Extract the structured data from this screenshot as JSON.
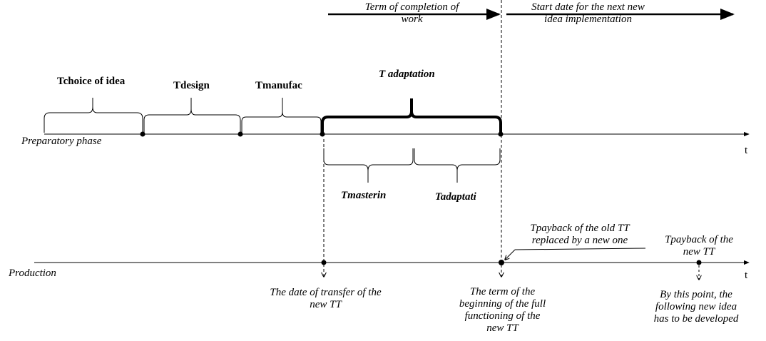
{
  "top_arrows": {
    "completion": "Term of completion of",
    "completion_2": "work",
    "next_start": "Start date for the next new",
    "next_start_2": "idea implementation"
  },
  "phases": {
    "choice": "Tchoice of idea",
    "design": "Tdesign",
    "manufac": "Tmanufac",
    "adaptation": "T adaptation",
    "mastering": "Tmasterin",
    "adaptati": "Tadaptati"
  },
  "axes": {
    "preparatory": "Preparatory phase",
    "production": "Production",
    "t_label": "t"
  },
  "notes": {
    "transfer_1": "The date of transfer of the",
    "transfer_2": "new TT",
    "term_1": "The term of the",
    "term_2": "beginning of the full",
    "term_3": "functioning of the",
    "term_4": "new TT",
    "payback_old_1": "Tpayback  of the old TT",
    "payback_old_2": "replaced by a new one",
    "payback_new_1": "Tpayback  of the",
    "payback_new_2": "new TT",
    "by_point_1": "By this point, the",
    "by_point_2": "following new idea",
    "by_point_3": "has to be developed"
  }
}
